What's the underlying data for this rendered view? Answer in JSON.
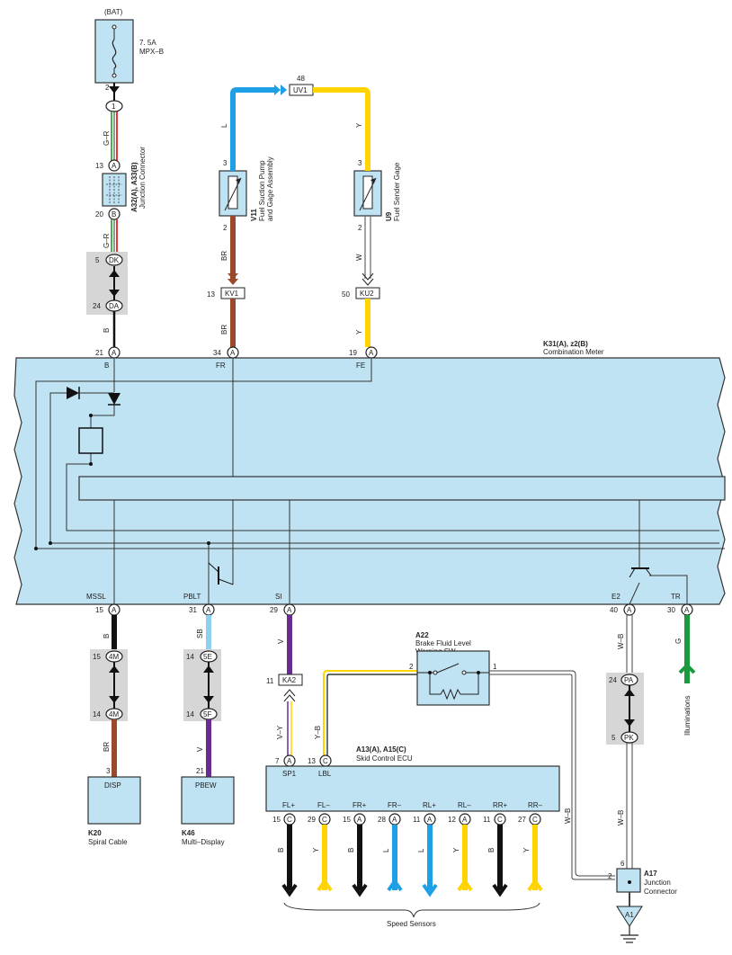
{
  "colors": {
    "meter_fill": "#bfe3f3",
    "wire_L": "#1ea0e6",
    "wire_Y": "#ffd400",
    "wire_BR": "#9a4a2a",
    "wire_B": "#111111",
    "wire_V": "#6a2c91",
    "wire_SB": "#8fd0f0",
    "wire_G": "#1a9a3a",
    "wire_GR": "#4caf50"
  },
  "top": {
    "bat": "(BAT)",
    "fuse_rating": "7. 5A",
    "fuse_name": "MPX–B",
    "fuse_pin": "2",
    "conn1_pin": "1",
    "wire_gr1": "G–R",
    "jc_pin_a": "13",
    "jc_conn_a": "A",
    "jc_pin_b": "20",
    "jc_conn_b": "B",
    "jc_code": "A32(A), A33(B)",
    "jc_name": "Junction Connector",
    "wire_gr2": "G–R",
    "dk_pin": "5",
    "dk": "DK",
    "da_pin": "24",
    "da": "DA",
    "wire_b_left": "B",
    "uv1_pin": "48",
    "uv1": "UV1",
    "wire_L": "L",
    "wire_Y_top": "Y",
    "v11_pin_top": "3",
    "v11_pin_bot": "2",
    "v11_code": "V11",
    "v11_name1": "Fuel Suction Pump",
    "v11_name2": "and Gage Assembly",
    "u9_pin_top": "3",
    "u9_pin_bot": "2",
    "u9_code": "U9",
    "u9_name": "Fuel Sender Gage",
    "wire_br1": "BR",
    "wire_w": "W",
    "kv1_pin": "13",
    "kv1": "KV1",
    "ku2_pin": "50",
    "ku2": "KU2",
    "wire_br2": "BR",
    "wire_y2": "Y"
  },
  "meter": {
    "code": "K31(A), z2(B)",
    "name": "Combination Meter",
    "pin21": "21",
    "pin34": "34",
    "pin19": "19",
    "conn_a": "A",
    "term_b": "B",
    "term_fr": "FR",
    "term_fe": "FE",
    "term_mssl": "MSSL",
    "term_pblt": "PBLT",
    "term_si": "SI",
    "term_e2": "E2",
    "term_tr": "TR",
    "pin15": "15",
    "pin31": "31",
    "pin29": "29",
    "pin40": "40",
    "pin30": "30"
  },
  "bottom": {
    "wire_b_mssl": "B",
    "m4m_pin1": "15",
    "m4m": "4M",
    "m4m_pin2": "14",
    "wire_br_disp": "BR",
    "disp_pin": "3",
    "disp": "DISP",
    "k20_code": "K20",
    "k20_name": "Spiral Cable",
    "wire_sb": "SB",
    "p5e_pin": "14",
    "p5e": "5E",
    "p5f_pin": "14",
    "p5f": "5F",
    "wire_v_pbew": "V",
    "pbew_pin": "21",
    "pbew": "PBEW",
    "k46_code": "K46",
    "k46_name": "Multi–Display",
    "wire_v_si": "V",
    "ka2_pin": "11",
    "ka2": "KA2",
    "wire_vy": "V–Y",
    "wire_yb": "Y–B",
    "sp1_pin": "7",
    "lbl_pin": "13",
    "conn_c": "C",
    "a22_code": "A22",
    "a22_name1": "Brake Fluid Level",
    "a22_name2": "Warning SW",
    "a22_pin2": "2",
    "a22_pin1": "1",
    "ecu_code": "A13(A), A15(C)",
    "ecu_name": "Skid Control ECU",
    "ecu_sp1": "SP1",
    "ecu_lbl": "LBL",
    "sensors": [
      {
        "term": "FL+",
        "pin": "15",
        "conn": "C",
        "wire": "B"
      },
      {
        "term": "FL–",
        "pin": "29",
        "conn": "C",
        "wire": "Y"
      },
      {
        "term": "FR+",
        "pin": "15",
        "conn": "A",
        "wire": "B"
      },
      {
        "term": "FR–",
        "pin": "28",
        "conn": "A",
        "wire": "L"
      },
      {
        "term": "RL+",
        "pin": "11",
        "conn": "A",
        "wire": "L"
      },
      {
        "term": "RL–",
        "pin": "12",
        "conn": "A",
        "wire": "Y"
      },
      {
        "term": "RR+",
        "pin": "11",
        "conn": "C",
        "wire": "B"
      },
      {
        "term": "RR–",
        "pin": "27",
        "conn": "C",
        "wire": "Y"
      }
    ],
    "speed_sensors": "Speed Sensors",
    "wire_wb1": "W–B",
    "pa_pin": "24",
    "pa": "PA",
    "pk_pin": "5",
    "pk": "PK",
    "wire_wb2": "W–B",
    "wire_wb3": "W–B",
    "wire_g": "G",
    "illuminations": "Illuminations",
    "a17_pin6": "6",
    "a17_pin2": "2",
    "a17_code": "A17",
    "a17_name1": "Junction",
    "a17_name2": "Connector",
    "a1": "A1"
  }
}
